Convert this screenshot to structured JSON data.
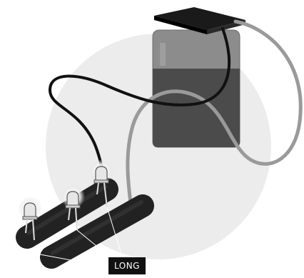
{
  "diagram": {
    "callout_label": "LONG",
    "colors": {
      "background_disc": "#ececec",
      "battery_body": "#8d8d8d",
      "battery_lower": "#4b4b4b",
      "battery_cap": "#1a1a1a",
      "black_wire": "#111111",
      "gray_wire": "#9a9a9a",
      "strip": "#222222",
      "led_bulb": "#e6e6e6",
      "label_bg": "#111111"
    },
    "components": [
      "battery",
      "black-wire",
      "gray-wire",
      "conductive-strip",
      "led"
    ]
  }
}
